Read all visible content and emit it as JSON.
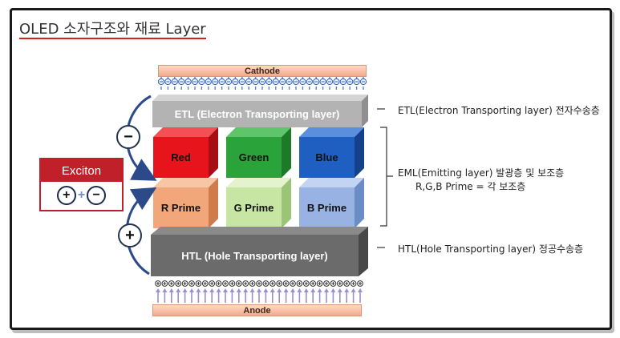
{
  "page": {
    "title": "OLED 소자구조와 재료 Layer"
  },
  "stack": {
    "cathode": "Cathode",
    "etl": "ETL (Electron Transporting layer)",
    "eml": [
      "Red",
      "Green",
      "Blue"
    ],
    "prime": [
      "R Prime",
      "G Prime",
      "B Prime"
    ],
    "htl": "HTL (Hole Transporting layer)",
    "anode": "Anode"
  },
  "exciton": {
    "label": "Exciton",
    "left": "+",
    "joiner": "+",
    "right": "−"
  },
  "charges": {
    "electron": "−",
    "hole": "+"
  },
  "annotations": {
    "etl": "ETL(Electron Transporting layer) 전자수송층",
    "eml_line1": "EML(Emitting layer) 발광층 및 보조층",
    "eml_line2": "R,G,B Prime = 각 보조층",
    "htl": "HTL(Hole Transporting layer) 정공수송층"
  },
  "colors": {
    "etl": "#b3b3b3",
    "htl": "#6b6b6b",
    "red": "#e8141b",
    "green": "#2aa33a",
    "blue": "#1f5fc2",
    "r_prime": "#f1a77a",
    "g_prime": "#c7e6a4",
    "b_prime": "#98b3e3",
    "accent": "#c0202a",
    "arrow": "#2c4a8a"
  }
}
